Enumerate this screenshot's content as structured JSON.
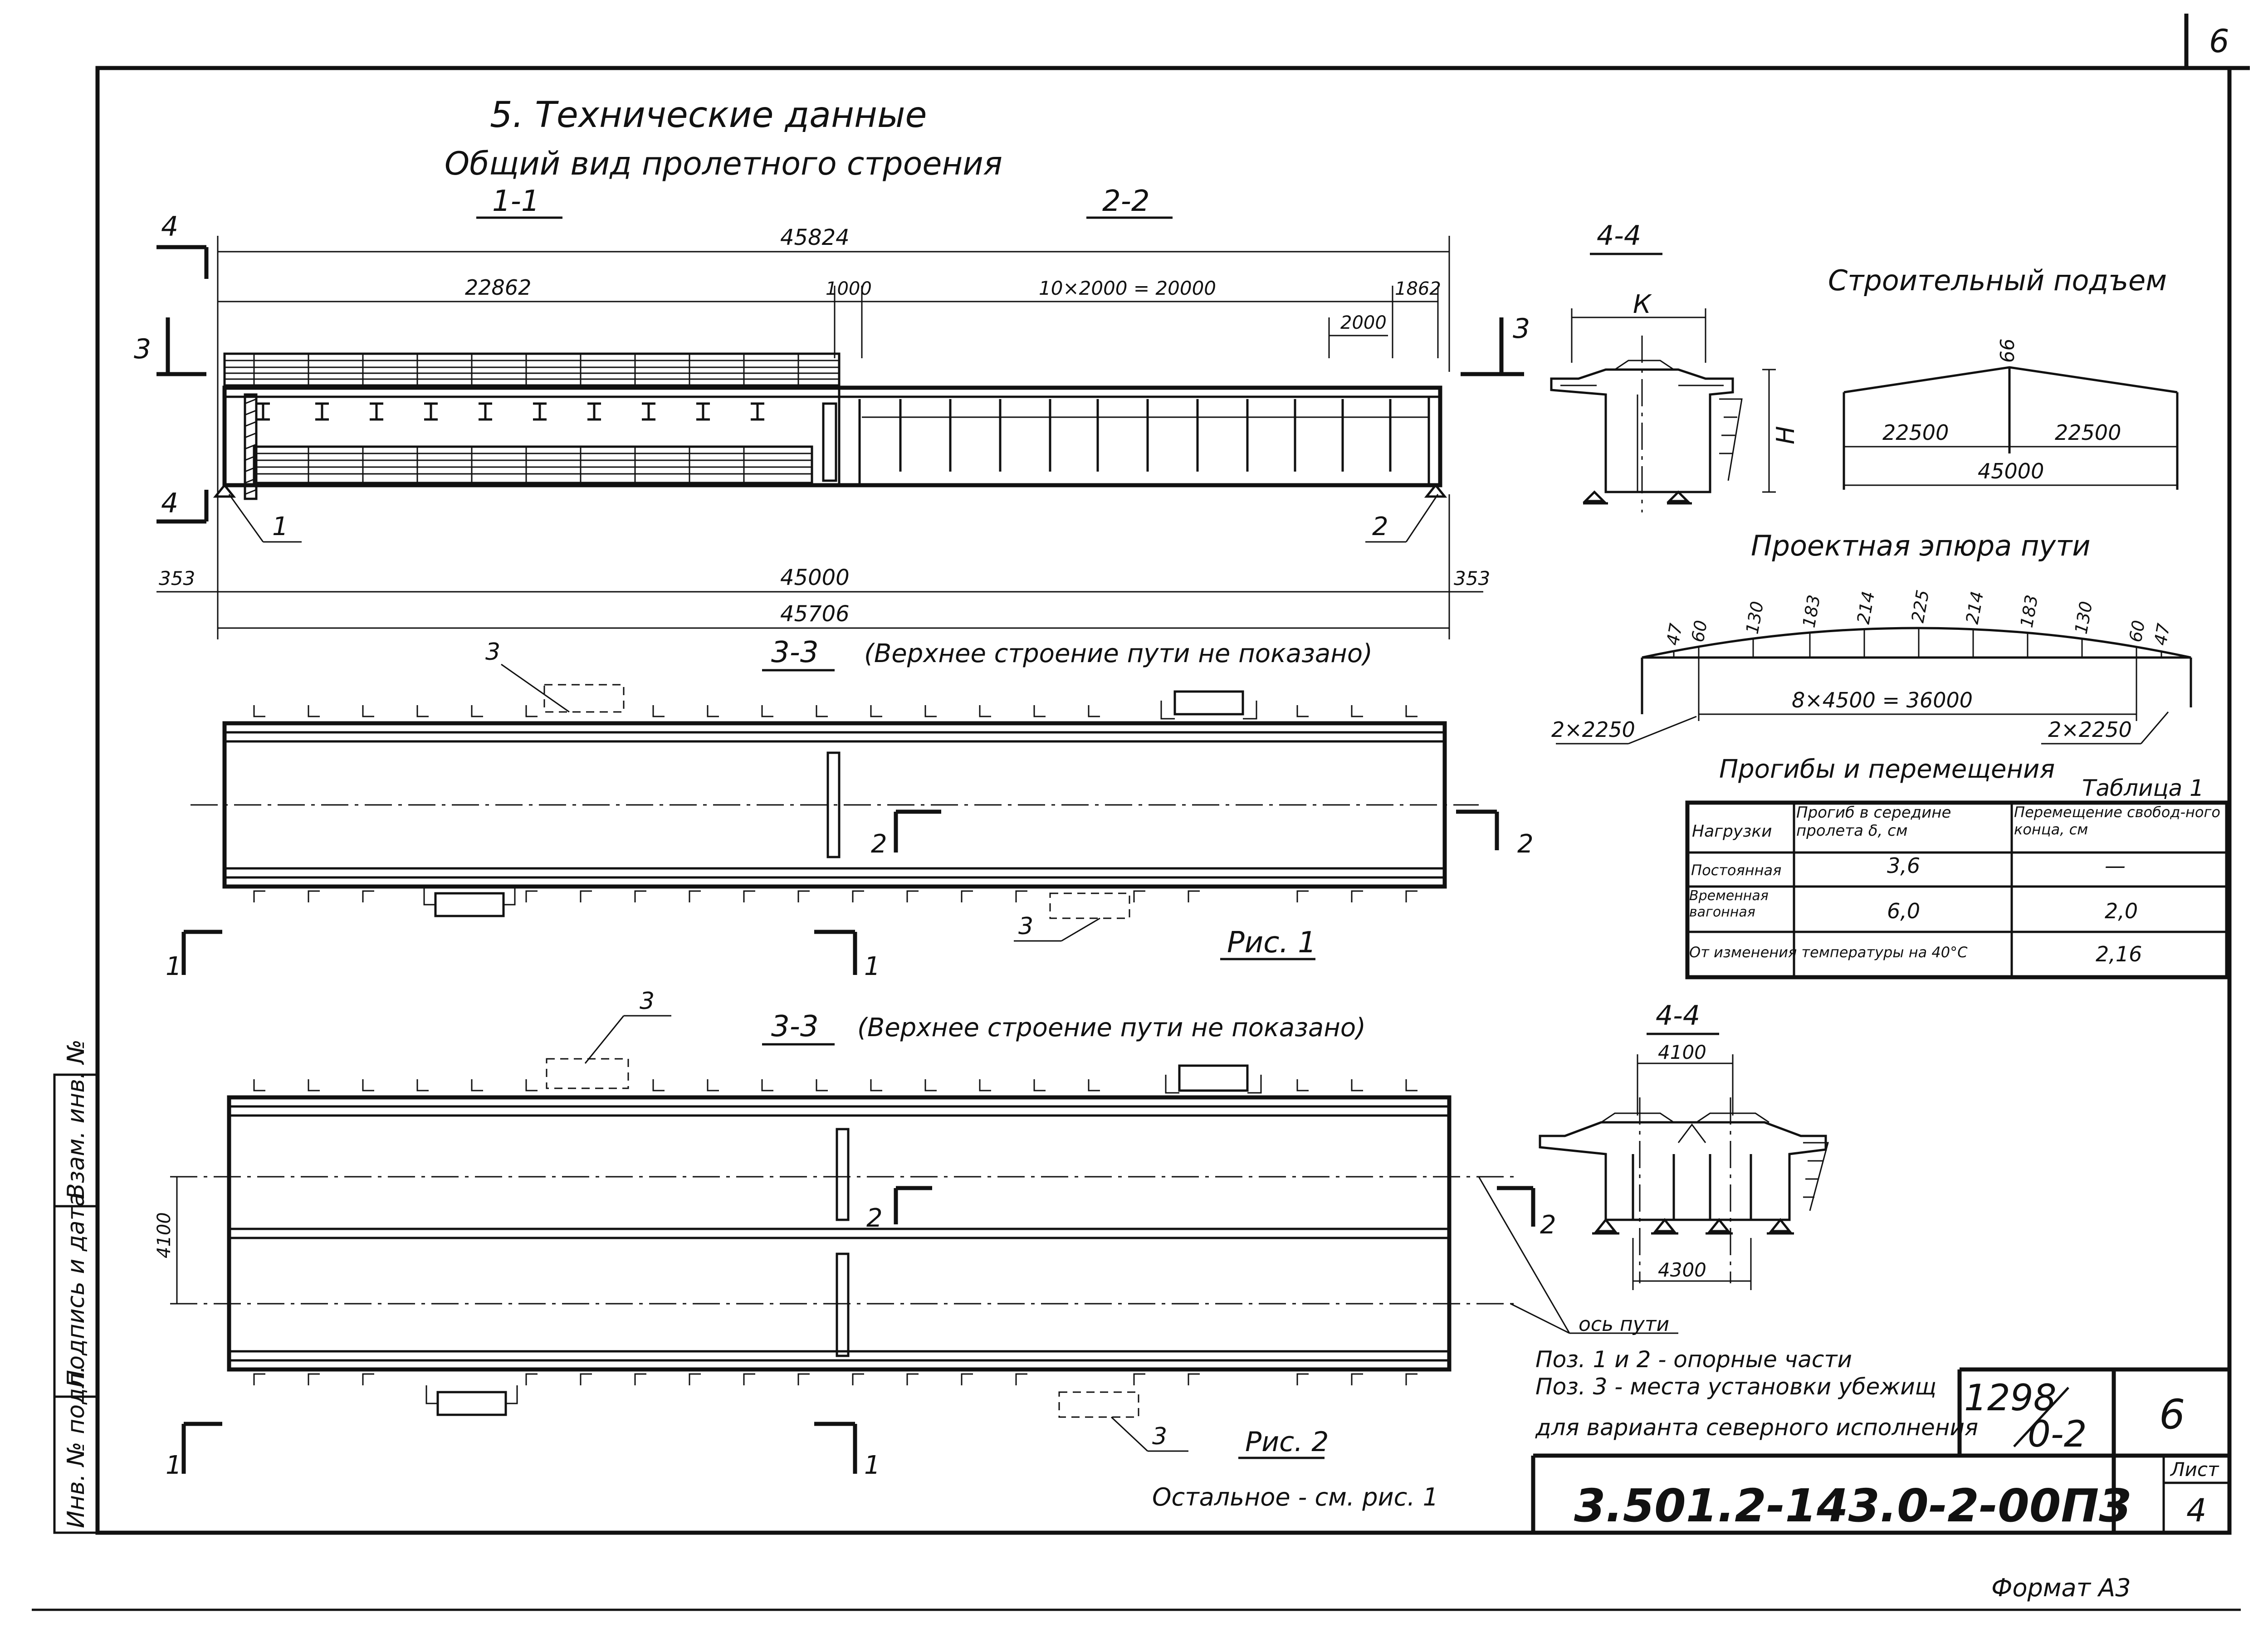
{
  "page": {
    "corner_number": "6",
    "format_note": "Формат А3"
  },
  "header": {
    "section_title": "5. Технические   данные",
    "subtitle": "Общий  вид пролетного  строения"
  },
  "side_view": {
    "section_left": "1-1",
    "section_right": "2-2",
    "dim_total_top": "45824",
    "dim_left_half": "22862",
    "dim_gap": "1000",
    "dim_panels": "10×2000 = 20000",
    "dim_end": "1862",
    "dim_panel": "2000",
    "dim_span": "45000",
    "dim_total_bottom": "45706",
    "dim_overhang_left": "353",
    "dim_overhang_right": "353",
    "cut_4": "4",
    "cut_3": "3",
    "pos_1": "1",
    "pos_2": "2"
  },
  "section_4_4_single": {
    "title": "4-4",
    "dim_k": "К",
    "dim_h": "Н"
  },
  "camber": {
    "title": "Строительный  подъем",
    "apex": "66",
    "left": "22500",
    "right": "22500",
    "total": "45000"
  },
  "track_profile": {
    "title": "Проектная  эпюра  пути",
    "ordinates": [
      "47",
      "60",
      "130",
      "183",
      "214",
      "225",
      "214",
      "183",
      "130",
      "60",
      "47"
    ],
    "middle_dim": "8×4500 = 36000",
    "end_left": "2×2250",
    "end_right": "2×2250"
  },
  "deflection_table": {
    "caption": "Прогибы  и  перемещения",
    "table_no": "Таблица 1",
    "headers": [
      "Нагрузки",
      "Прогиб в середине пролета δ, см",
      "Перемещение свобод-ного конца, см"
    ],
    "rows": [
      [
        "Постоянная",
        "3,6",
        "—"
      ],
      [
        "Временная вагонная",
        "6,0",
        "2,0"
      ],
      [
        "От изменения температуры на 40°С",
        "",
        "2,16"
      ]
    ]
  },
  "plan1": {
    "title": "3-3",
    "note": "(Верхнее  строение  пути  не  показано)",
    "figure": "Рис. 1",
    "pos_3": "3",
    "cut_2": "2",
    "cut_1": "1"
  },
  "plan2": {
    "title": "3-3",
    "note": "(Верхнее  строение  пути  не  показано)",
    "figure": "Рис. 2",
    "dim_track": "4100",
    "pos_3": "3",
    "cut_2": "2",
    "cut_1": "1",
    "remainder_note": "Остальное  - см. рис. 1"
  },
  "section_4_4_double": {
    "title": "4-4",
    "dim_top": "4100",
    "dim_bottom": "4300"
  },
  "notes": {
    "track_axis": "ось пути",
    "line1": "Поз. 1 и 2 -  опорные  части",
    "line2": "Поз. 3 - места  установки  убежищ",
    "line3": "для  варианта  северного исполнения"
  },
  "title_block": {
    "project_ref_top": "1298",
    "project_ref_bottom": "0-2",
    "sheet_alt": "6",
    "code": "3.501.2-143.0-2-00ПЗ",
    "sheet_label": "Лист",
    "sheet_no": "4"
  },
  "side_stamp": {
    "fields": [
      "Взам. инв. №",
      "Подпись и дата",
      "Инв. № подл."
    ]
  }
}
